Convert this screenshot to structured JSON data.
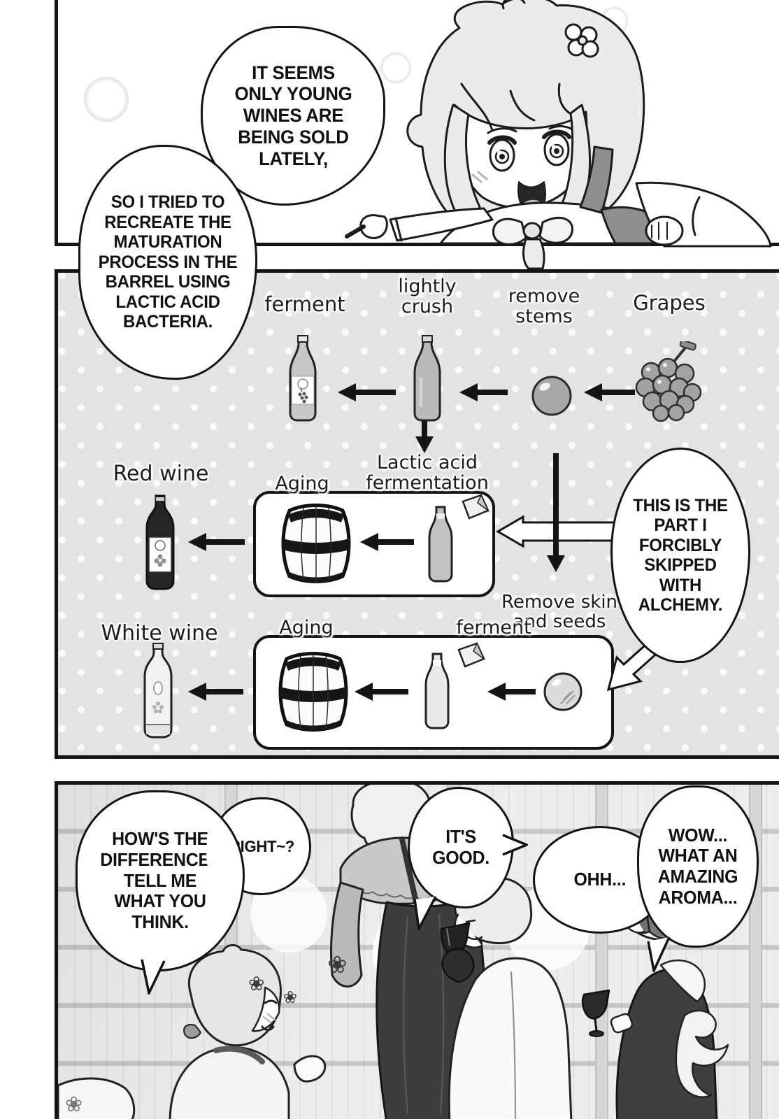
{
  "colors": {
    "ink": "#141414",
    "paper": "#ffffff",
    "panel_dot_bg": "#e3e3e3",
    "panel_dot": "#fafafa",
    "dark_cape": "#3d3d3d",
    "mid_gray": "#b9b9b9"
  },
  "icons": [
    "grape-bunch-icon",
    "grape-berry-icon",
    "wine-bottle-icon",
    "labeled-wine-bottle-icon",
    "oak-barrel-icon",
    "lactic-culture-packet-icon",
    "red-wine-bottle-icon",
    "white-wine-bottle-icon",
    "peeled-grape-icon",
    "flower-hair-ornament-icon",
    "wine-goblet-icon",
    "flower-sparkle-icon"
  ],
  "top_panel": {
    "bubble_young_wines": "IT SEEMS ONLY YOUNG WINES ARE BEING SOLD LATELY,",
    "bubble_recreate": "SO I TRIED TO RECREATE THE MATURATION PROCESS IN THE BARREL USING LACTIC ACID BACTERIA."
  },
  "diagram": {
    "label_ferment": "ferment",
    "label_lightly_crush": "lightly crush",
    "label_remove_stems": "remove stems",
    "label_grapes": "Grapes",
    "label_red_wine": "Red wine",
    "label_aging_red": "Aging",
    "label_lactic_fermentation": "Lactic acid fermentation",
    "bubble_alchemy": "THIS IS THE PART I FORCIBLY SKIPPED WITH ALCHEMY.",
    "label_white_wine": "White wine",
    "label_aging_white": "Aging",
    "label_ferment_white": "ferment",
    "label_remove_skin": "Remove skin and seeds"
  },
  "bottom_panel": {
    "bubble_difference": "HOW'S THE DIFFERENCE? TELL ME WHAT YOU THINK.",
    "bubble_right": "RIGHT~?",
    "bubble_good": "IT'S GOOD.",
    "bubble_ohh": "OHH...",
    "bubble_wow": "WOW... WHAT AN AMAZING AROMA...",
    "flower_glyph": "❀"
  }
}
